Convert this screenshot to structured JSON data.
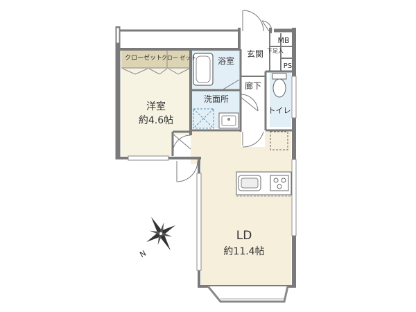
{
  "rooms": {
    "western_room": {
      "name": "洋室",
      "size": "約4.6帖"
    },
    "ld": {
      "name": "LD",
      "size": "約11.4帖"
    },
    "bath": {
      "name": "浴室"
    },
    "washroom": {
      "name": "洗面所"
    },
    "entrance": {
      "name": "玄関"
    },
    "hallway": {
      "name": "廊下"
    },
    "toilet": {
      "name": "トイレ"
    },
    "shoe_box": {
      "name": "下足入"
    },
    "closet": {
      "name": "クローゼット"
    },
    "closet_small": {
      "name": "クロー ゼット"
    }
  },
  "labels": {
    "mb": "MB",
    "ps": "PS"
  },
  "compass": {
    "north_label": "N"
  },
  "colors": {
    "wall": "#7a7a7a",
    "western_floor": "#f6f3e3",
    "ld_floor": "#f6efdc",
    "wet_area": "#e3eff7",
    "closet": "#ddd4b4",
    "dash": "#5a8fb0",
    "door_line": "#777777"
  }
}
